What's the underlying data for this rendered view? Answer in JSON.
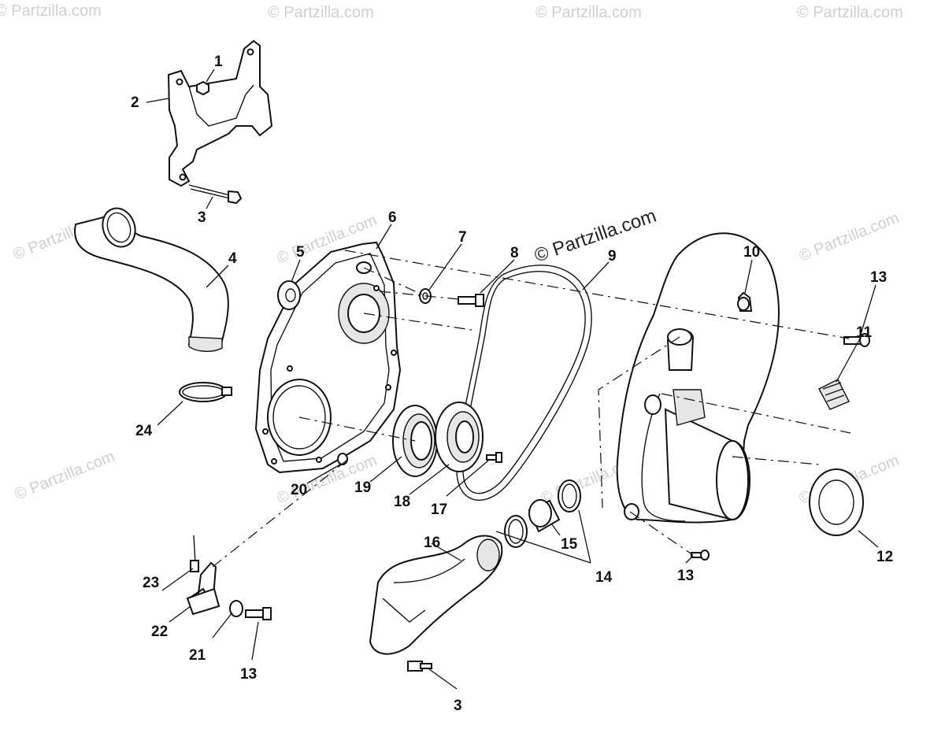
{
  "watermark": {
    "main": "© Partzilla.com",
    "faint": "© Partzilla.com"
  },
  "callouts": {
    "c1": "1",
    "c2": "2",
    "c3a": "3",
    "c3b": "3",
    "c4": "4",
    "c5": "5",
    "c6": "6",
    "c7": "7",
    "c8": "8",
    "c9": "9",
    "c10": "10",
    "c11": "11",
    "c12": "12",
    "c13a": "13",
    "c13b": "13",
    "c13c": "13",
    "c14": "14",
    "c15": "15",
    "c16": "16",
    "c17": "17",
    "c18": "18",
    "c19": "19",
    "c20": "20",
    "c21": "21",
    "c22": "22",
    "c23": "23",
    "c24": "24"
  },
  "colors": {
    "ink": "#111111",
    "watermark": "#cfcfcf",
    "background": "#ffffff"
  }
}
